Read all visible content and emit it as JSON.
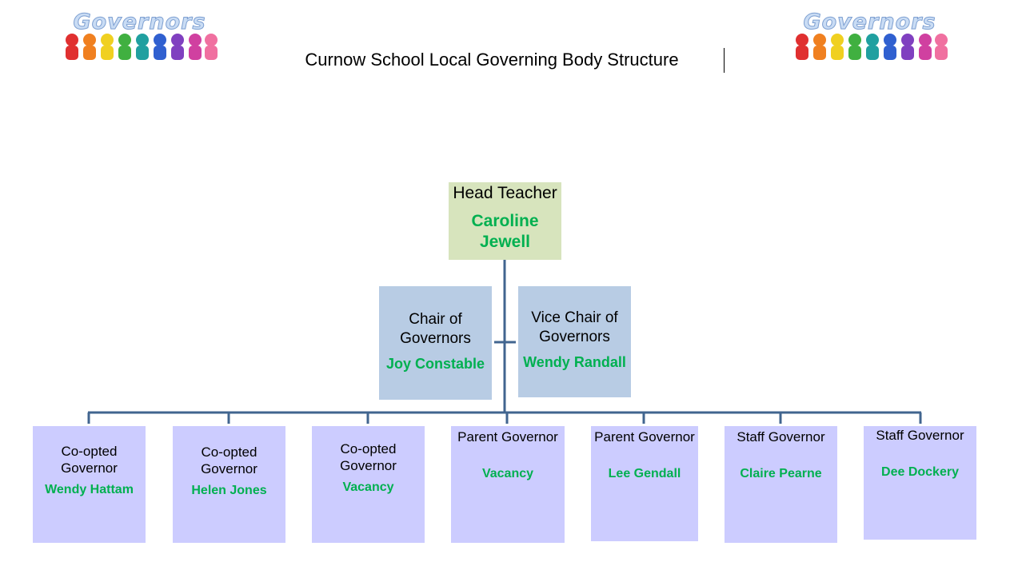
{
  "header": {
    "title": "Curnow School Local Governing Body Structure",
    "logo_text": "Governors"
  },
  "colors": {
    "name_text": "#00b050",
    "head_box": "#d7e4bd",
    "chair_box": "#b8cce4",
    "governor_box": "#ccccff",
    "connector": "#41658f"
  },
  "head": {
    "role": "Head Teacher",
    "name": "Caroline Jewell"
  },
  "chair": {
    "role": "Chair of Governors",
    "name": "Joy Constable"
  },
  "vice_chair": {
    "role": "Vice Chair of Governors",
    "name": "Wendy Randall"
  },
  "governors": [
    {
      "role": "Co-opted Governor",
      "name": "Wendy Hattam"
    },
    {
      "role": "Co-opted Governor",
      "name": "Helen Jones"
    },
    {
      "role": "Co-opted Governor",
      "name": "Vacancy"
    },
    {
      "role": "Parent Governor",
      "name": "Vacancy"
    },
    {
      "role": "Parent Governor",
      "name": "Lee Gendall"
    },
    {
      "role": "Staff Governor",
      "name": "Claire Pearne"
    },
    {
      "role": "Staff Governor",
      "name": "Dee Dockery"
    }
  ]
}
